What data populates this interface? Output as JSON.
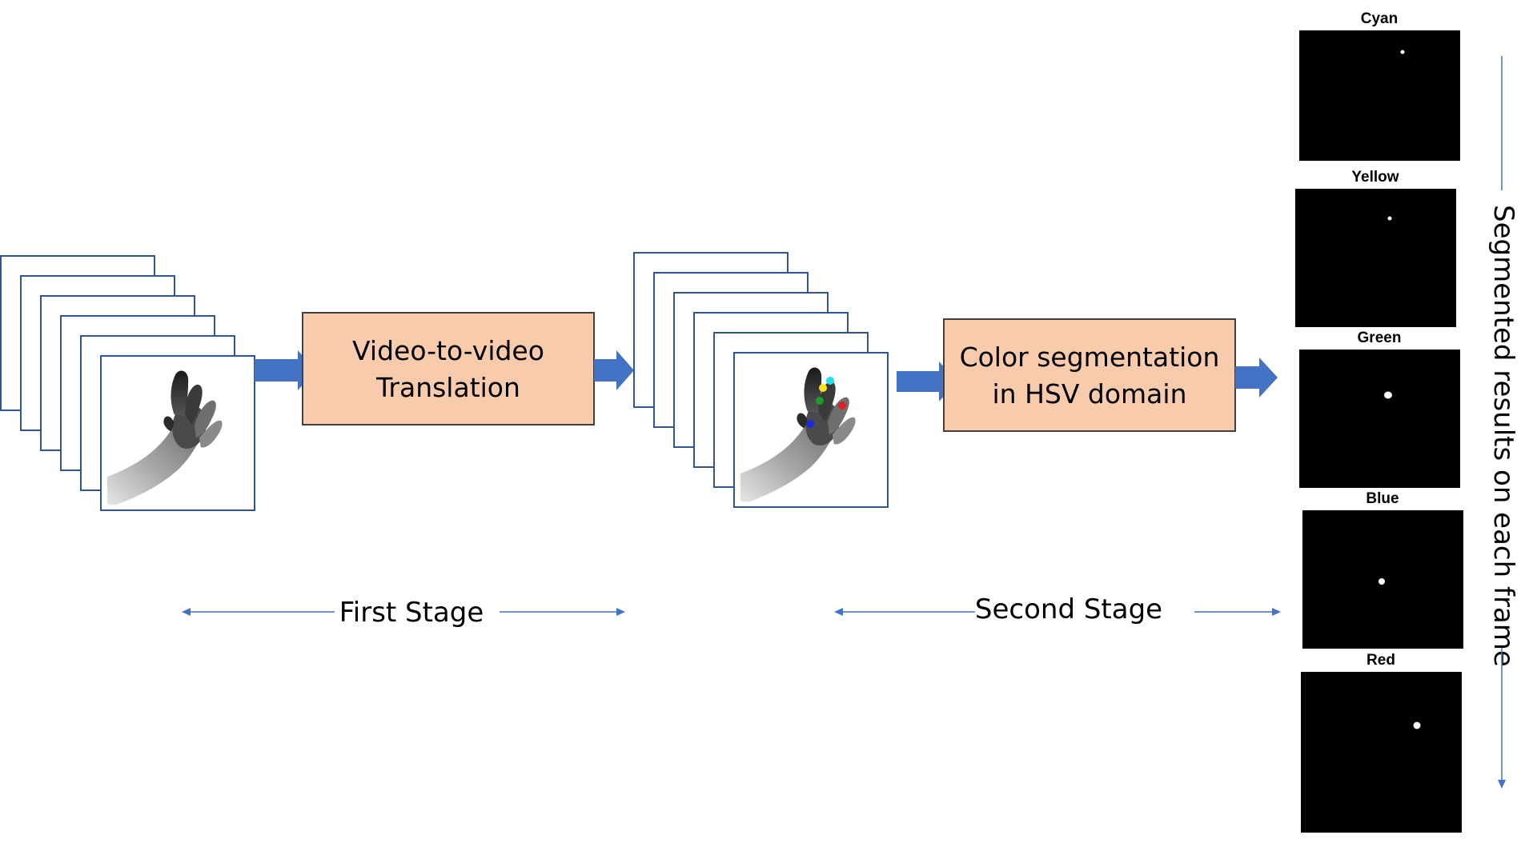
{
  "boxes": {
    "translation": {
      "line1": "Video-to-video",
      "line2": "Translation"
    },
    "segmentation": {
      "line1": "Color segmentation",
      "line2": "in HSV domain"
    }
  },
  "stages": {
    "first": "First Stage",
    "second": "Second Stage"
  },
  "side_label": "Segmented results on each frame",
  "segments": [
    {
      "label": "Cyan"
    },
    {
      "label": "Yellow"
    },
    {
      "label": "Green"
    },
    {
      "label": "Blue"
    },
    {
      "label": "Red"
    }
  ],
  "colors": {
    "arrow": "#4472C4",
    "frame_border": "#2F5597",
    "box_fill": "#F8CBAD",
    "box_border": "#404040",
    "axis_line": "#4472C4",
    "marker_cyan": "#22E0E8",
    "marker_yellow": "#F7E21B",
    "marker_green": "#1E9A2A",
    "marker_blue": "#1B2BD8",
    "marker_red": "#E02020"
  }
}
